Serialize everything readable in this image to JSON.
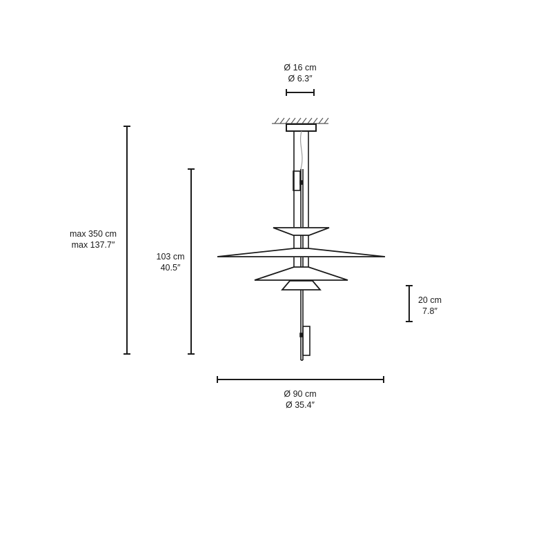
{
  "diagram": {
    "subject": "pendant-lamp-dimension-drawing",
    "stroke_color": "#1a1a1a",
    "cable_color": "#9a9a9a",
    "background": "#ffffff"
  },
  "dimensions": {
    "canopy_diameter": {
      "metric": "Ø 16 cm",
      "imperial": "Ø 6.3″"
    },
    "max_height": {
      "metric": "max 350 cm",
      "imperial": "max 137.7″"
    },
    "lamp_height": {
      "metric": "103 cm",
      "imperial": "40.5″"
    },
    "lower_height": {
      "metric": "20 cm",
      "imperial": "7.8″"
    },
    "shade_diameter": {
      "metric": "Ø 90 cm",
      "imperial": "Ø 35.4″"
    }
  }
}
